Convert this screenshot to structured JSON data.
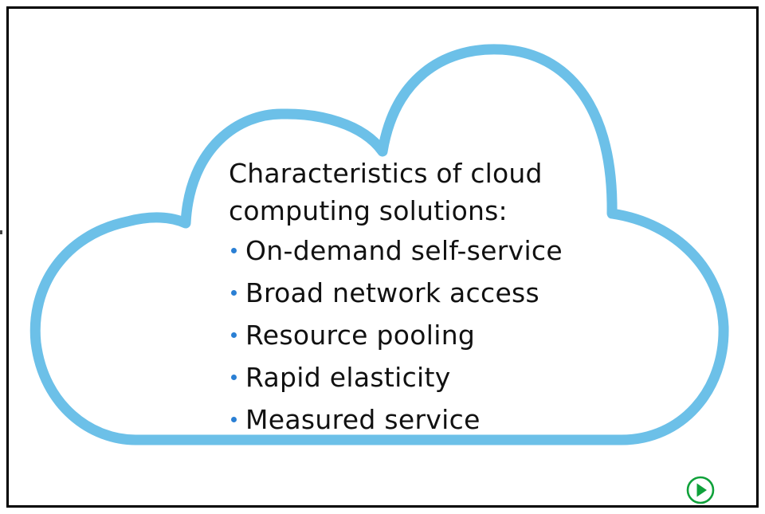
{
  "slide": {
    "heading_line1": "Characteristics of cloud",
    "heading_line2": "computing solutions:",
    "bullets": [
      "On-demand self-service",
      "Broad network access",
      "Resource pooling",
      "Rapid elasticity",
      "Measured service"
    ]
  },
  "colors": {
    "cloud_outline": "#6cc0e8",
    "bullet": "#2a7fd4",
    "play_button": "#0fa13a",
    "frame_border": "#000000"
  },
  "icons": {
    "play_button": "play-circle-icon",
    "bullet": "bullet-dot-icon"
  }
}
